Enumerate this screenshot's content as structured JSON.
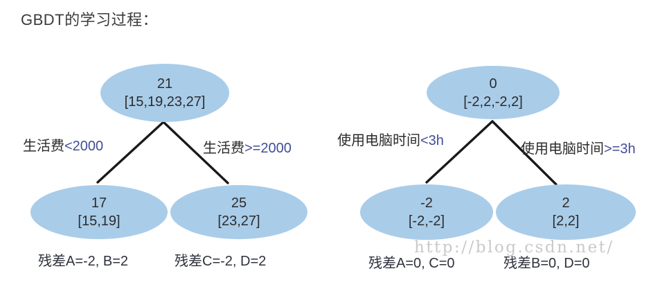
{
  "page": {
    "title": "GBDT的学习过程：",
    "watermark": "http://blog.csdn.net/"
  },
  "colors": {
    "background": "#ffffff",
    "node_fill": "#a9cce9",
    "branch_line": "#191919",
    "node_text": "#2c2c2c",
    "condition_text": "#414d96",
    "watermark_text": "#c9c9c9"
  },
  "trees": {
    "left": {
      "root": {
        "value": "21",
        "samples": "[15,19,23,27]"
      },
      "edges": {
        "left": {
          "feature": "生活费",
          "condition": "<2000"
        },
        "right": {
          "feature": "生活费",
          "condition": ">=2000"
        }
      },
      "leaves": {
        "left": {
          "value": "17",
          "samples": "[15,19]"
        },
        "right": {
          "value": "25",
          "samples": "[23,27]"
        }
      },
      "residuals": {
        "left": "残差A=-2, B=2",
        "right": "残差C=-2, D=2"
      }
    },
    "right": {
      "root": {
        "value": "0",
        "samples": "[-2,2,-2,2]"
      },
      "edges": {
        "left": {
          "feature": "使用电脑时间",
          "condition": "<3h"
        },
        "right": {
          "feature": "使用电脑时间",
          "condition": ">=3h"
        }
      },
      "leaves": {
        "left": {
          "value": "-2",
          "samples": "[-2,-2]"
        },
        "right": {
          "value": "2",
          "samples": "[2,2]"
        }
      },
      "residuals": {
        "left": "残差A=0, C=0",
        "right": "残差B=0, D=0"
      }
    }
  }
}
